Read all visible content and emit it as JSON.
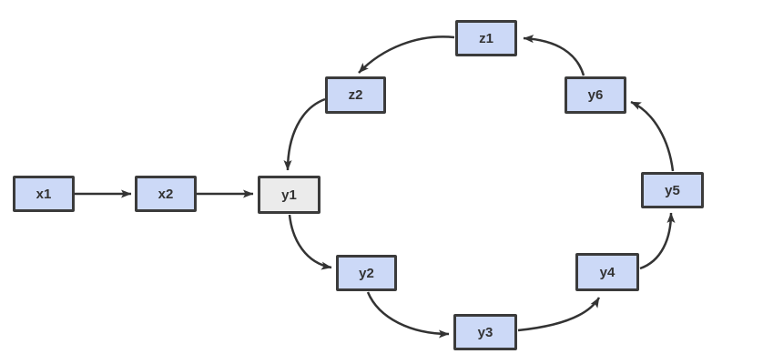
{
  "diagram": {
    "type": "flowchart",
    "background_color": "#ffffff",
    "node_fill_color": "#ccd9f7",
    "highlight_node_fill_color": "#ebebeb",
    "node_border_color": "#3b3b3b",
    "arrow_color": "#333333",
    "label_color": "#333333",
    "nodes": {
      "x1": {
        "label": "x1",
        "style": "blue"
      },
      "x2": {
        "label": "x2",
        "style": "blue"
      },
      "y1": {
        "label": "y1",
        "style": "gray-highlight"
      },
      "y2": {
        "label": "y2",
        "style": "blue"
      },
      "y3": {
        "label": "y3",
        "style": "blue"
      },
      "y4": {
        "label": "y4",
        "style": "blue"
      },
      "y5": {
        "label": "y5",
        "style": "blue"
      },
      "y6": {
        "label": "y6",
        "style": "blue"
      },
      "z1": {
        "label": "z1",
        "style": "blue"
      },
      "z2": {
        "label": "z2",
        "style": "blue"
      }
    },
    "edges": [
      {
        "from": "x1",
        "to": "x2"
      },
      {
        "from": "x2",
        "to": "y1"
      },
      {
        "from": "y1",
        "to": "y2"
      },
      {
        "from": "y2",
        "to": "y3"
      },
      {
        "from": "y3",
        "to": "y4"
      },
      {
        "from": "y4",
        "to": "y5"
      },
      {
        "from": "y5",
        "to": "y6"
      },
      {
        "from": "y6",
        "to": "z1"
      },
      {
        "from": "z1",
        "to": "z2"
      },
      {
        "from": "z2",
        "to": "y1"
      }
    ]
  }
}
